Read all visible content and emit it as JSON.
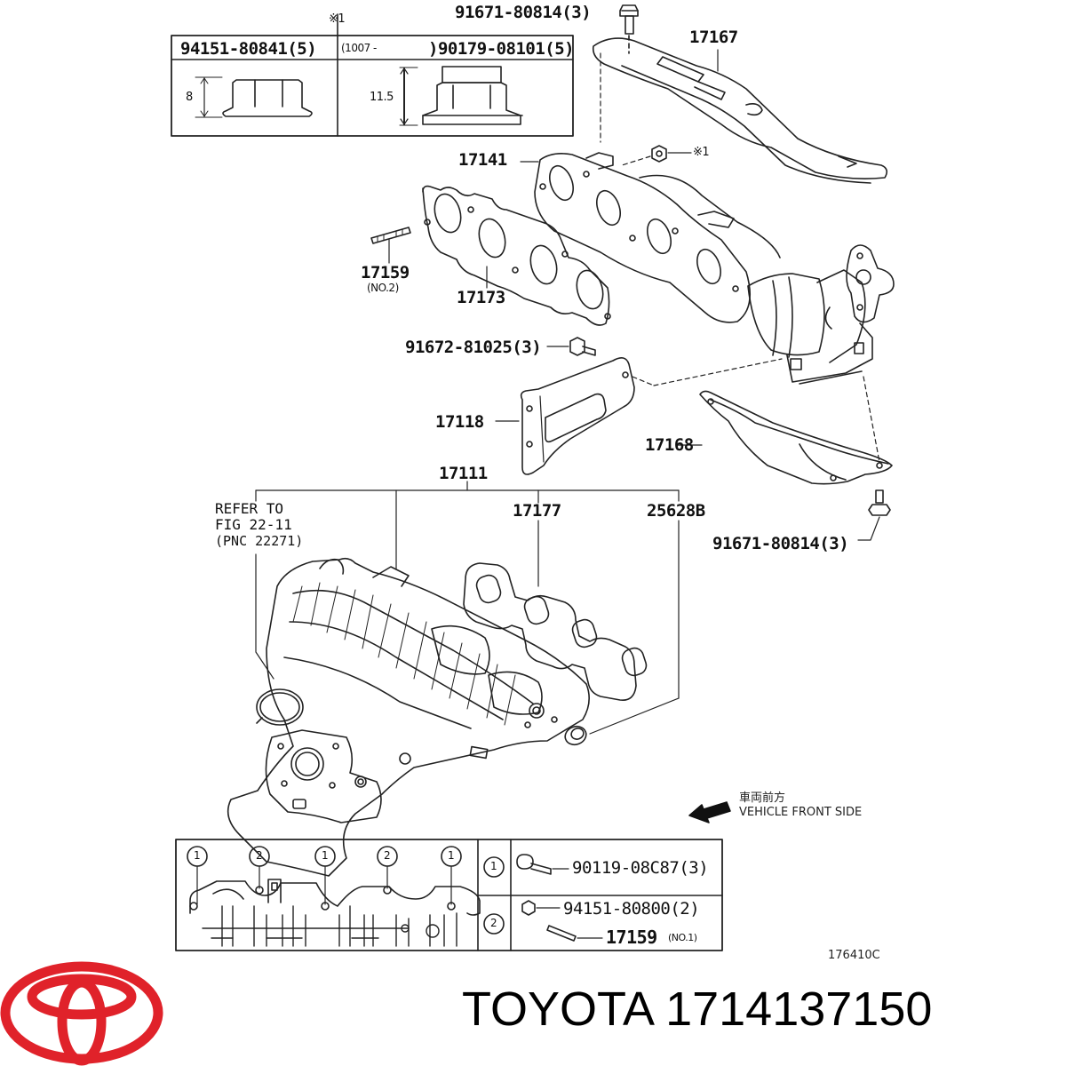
{
  "diagram": {
    "figure_code": "176410C",
    "direction_note": {
      "jp": "車両前方",
      "en": "VEHICLE FRONT SIDE"
    },
    "nut_table": {
      "marker": "※1",
      "left": {
        "part": "94151-80841(5)",
        "height": "8"
      },
      "right": {
        "prefix": "(1007 -",
        "part": ")90179-08101(5)",
        "height": "11.5"
      }
    },
    "callouts": [
      {
        "id": "bolt-top",
        "text": "91671-80814(3)"
      },
      {
        "id": "heat-insulator-upper",
        "text": "17167"
      },
      {
        "id": "exhaust-manifold",
        "text": "17141"
      },
      {
        "id": "nut-marker",
        "text": "※1"
      },
      {
        "id": "stud-no2",
        "text": "17159",
        "sub": "(NO.2)"
      },
      {
        "id": "exhaust-gasket",
        "text": "17173"
      },
      {
        "id": "bolt-mid",
        "text": "91672-81025(3)"
      },
      {
        "id": "stay",
        "text": "17118"
      },
      {
        "id": "heat-insulator-lower",
        "text": "17168"
      },
      {
        "id": "bolt-bottom",
        "text": "91671-80814(3)"
      },
      {
        "id": "intake-manifold",
        "text": "17111"
      },
      {
        "id": "intake-gasket",
        "text": "17177"
      },
      {
        "id": "hose-ring",
        "text": "25628B"
      },
      {
        "id": "refer",
        "lines": [
          "REFER TO",
          "FIG 22-11",
          "(PNC 22271)"
        ]
      }
    ],
    "fastener_table": {
      "diagram_markers": [
        "1",
        "2",
        "1",
        "2",
        "1"
      ],
      "rows": [
        {
          "marker": "1",
          "parts": [
            {
              "text": "90119-08C87(3)"
            }
          ]
        },
        {
          "marker": "2",
          "parts": [
            {
              "text": "94151-80800(2)"
            },
            {
              "text": "17159",
              "sub": "(NO.1)"
            }
          ]
        }
      ]
    }
  },
  "footer": {
    "brand": "TOYOTA",
    "part_number": "1714137150",
    "title": "TOYOTA 1714137150",
    "logo_color": "#e0222a"
  }
}
